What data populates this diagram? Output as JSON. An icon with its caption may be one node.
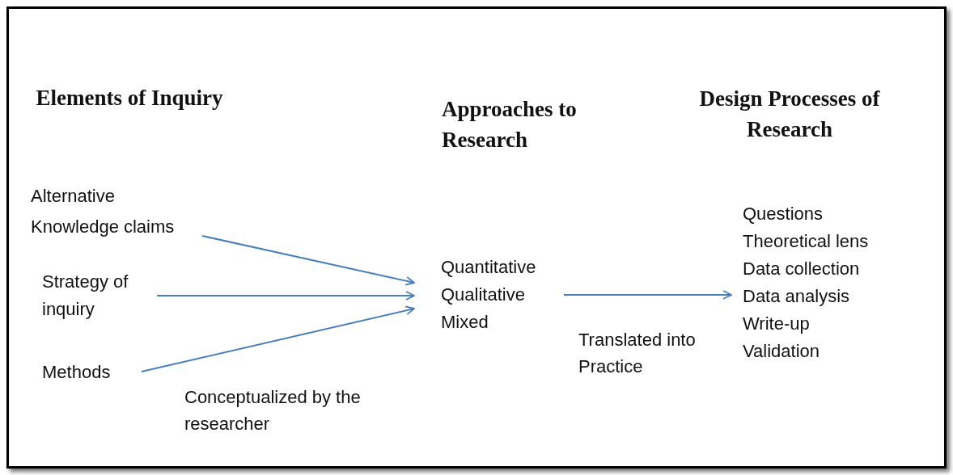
{
  "diagram": {
    "nodes": [
      {
        "text": [
          "Alternative Knowledge claims"
        ]
      },
      {
        "text": [
          "Strategy of inquiry"
        ]
      },
      {
        "text": [
          "Methods"
        ]
      },
      {
        "text": [
          "Quantitative",
          "Qualitative",
          "Mixed"
        ]
      },
      {
        "text": [
          "Questions",
          "Theoretical lens",
          "Data collection",
          "Data analysis",
          "Write-up",
          "Validation"
        ]
      }
    ],
    "edges": [
      {
        "from": 0,
        "to": 3,
        "arrow": "to"
      },
      {
        "from": 1,
        "to": 3,
        "arrow": "to"
      },
      {
        "from": 2,
        "to": 3,
        "arrow": "to"
      },
      {
        "from": 3,
        "to": 4,
        "arrow": "to"
      }
    ],
    "labels": [
      "Elements of Inquiry",
      "Approaches to Research",
      "Design Processes of Research",
      "Conceptualized by the researcher",
      "Translated into Practice"
    ]
  }
}
